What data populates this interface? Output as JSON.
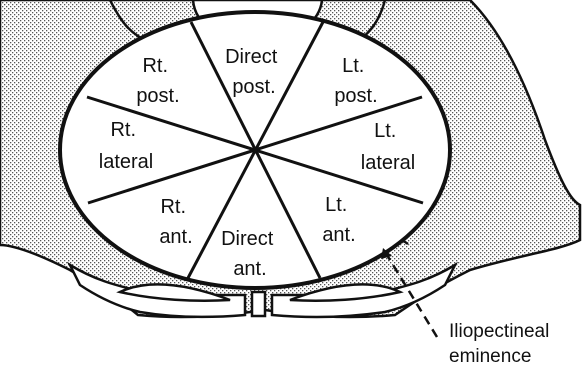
{
  "segments": [
    {
      "id": "direct-post",
      "lines": [
        "Direct",
        "post."
      ]
    },
    {
      "id": "lt-post",
      "lines": [
        "Lt.",
        "post."
      ]
    },
    {
      "id": "lt-lateral",
      "lines": [
        "Lt.",
        "lateral"
      ]
    },
    {
      "id": "lt-ant",
      "lines": [
        "Lt.",
        "ant."
      ]
    },
    {
      "id": "direct-ant",
      "lines": [
        "Direct",
        "ant."
      ]
    },
    {
      "id": "rt-ant",
      "lines": [
        "Rt.",
        "ant."
      ]
    },
    {
      "id": "rt-lateral",
      "lines": [
        "Rt.",
        "lateral"
      ]
    },
    {
      "id": "rt-post",
      "lines": [
        "Rt.",
        "post."
      ]
    }
  ],
  "pointer_label": {
    "lines": [
      "Iliopectineal",
      "eminence"
    ]
  }
}
